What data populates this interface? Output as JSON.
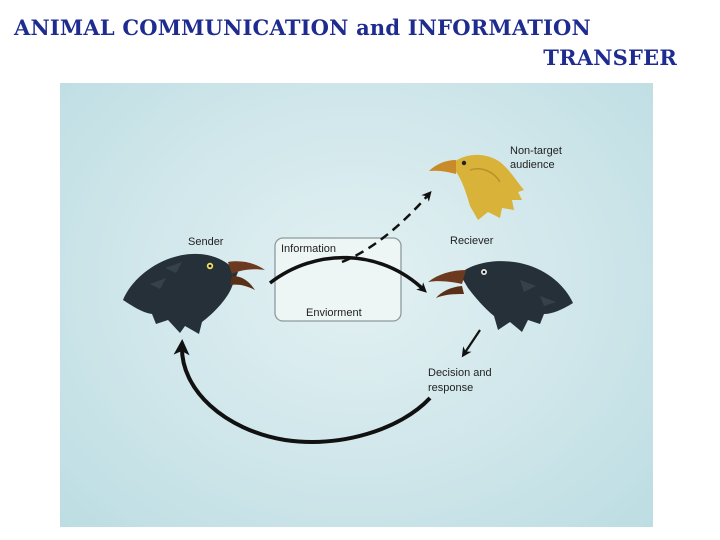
{
  "title": {
    "line1": "ANIMAL COMMUNICATION and INFORMATION",
    "line2": "TRANSFER"
  },
  "diagram": {
    "sender_label": "Sender",
    "receiver_label": "Reciever",
    "information_label": "Information",
    "environment_label": "Enviorment",
    "non_target_line1": "Non-target",
    "non_target_line2": "audience",
    "decision_line1": "Decision and",
    "decision_line2": "response"
  },
  "colors": {
    "title": "#1f2c8f",
    "background_panel": "#cfe6ea",
    "bird_dark": "#263038",
    "bird_yellow": "#d9b23a",
    "beak": "#6b3a1f",
    "arrow": "#111111"
  }
}
